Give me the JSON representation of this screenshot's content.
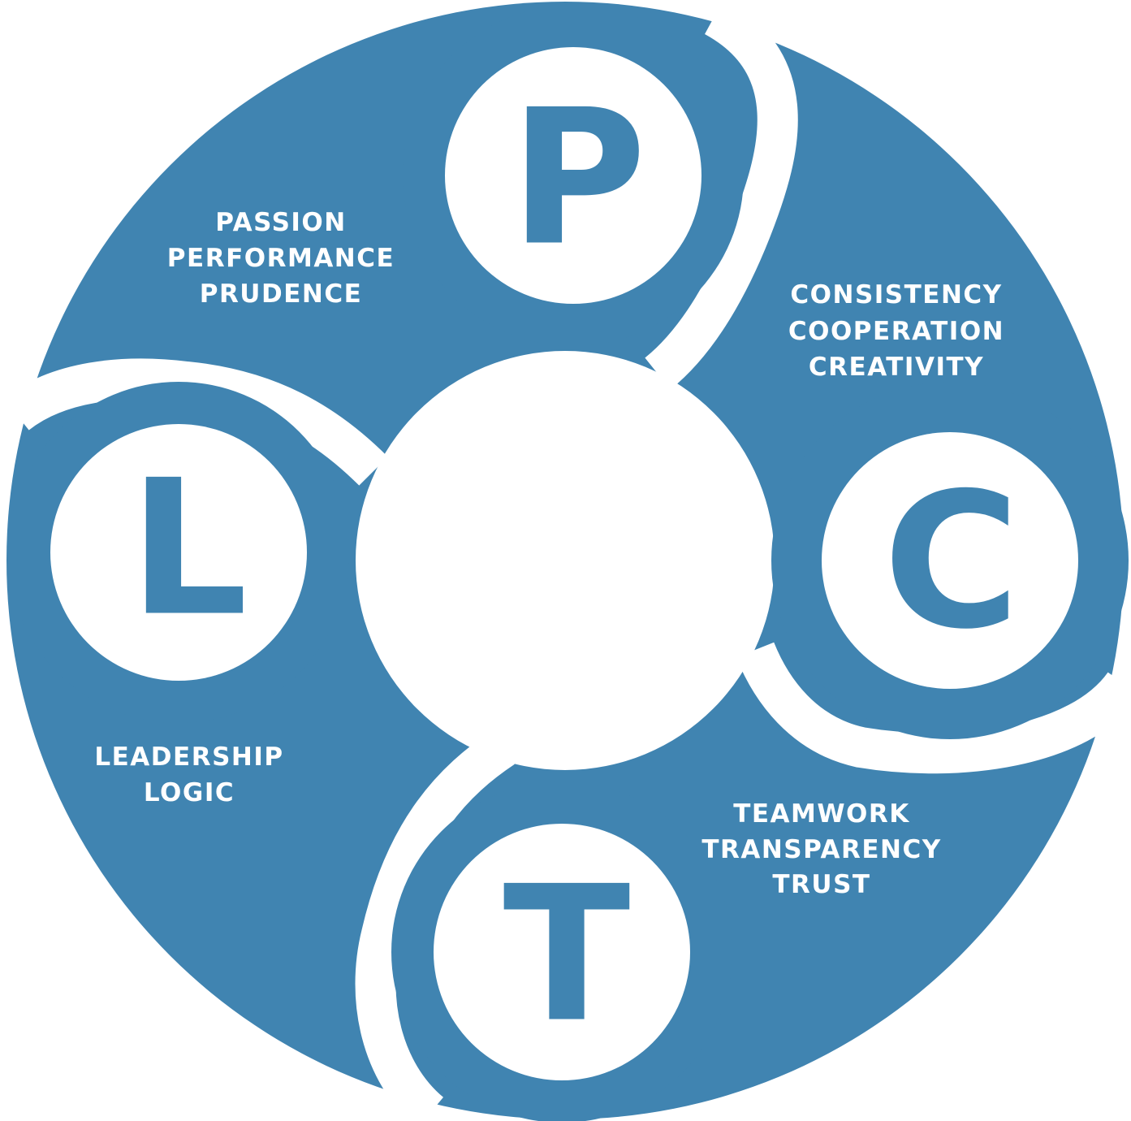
{
  "colors": {
    "primary": "#4084B1",
    "background": "#FFFFFF",
    "text_on_primary": "#FFFFFF"
  },
  "segments": [
    {
      "letter": "P",
      "values": [
        "PASSION",
        "PERFORMANCE",
        "PRUDENCE"
      ]
    },
    {
      "letter": "C",
      "values": [
        "CONSISTENCY",
        "COOPERATION",
        "CREATIVITY"
      ]
    },
    {
      "letter": "T",
      "values": [
        "TEAMWORK",
        "TRANSPARENCY",
        "TRUST"
      ]
    },
    {
      "letter": "L",
      "values": [
        "LEADERSHIP",
        "LOGIC"
      ]
    }
  ]
}
